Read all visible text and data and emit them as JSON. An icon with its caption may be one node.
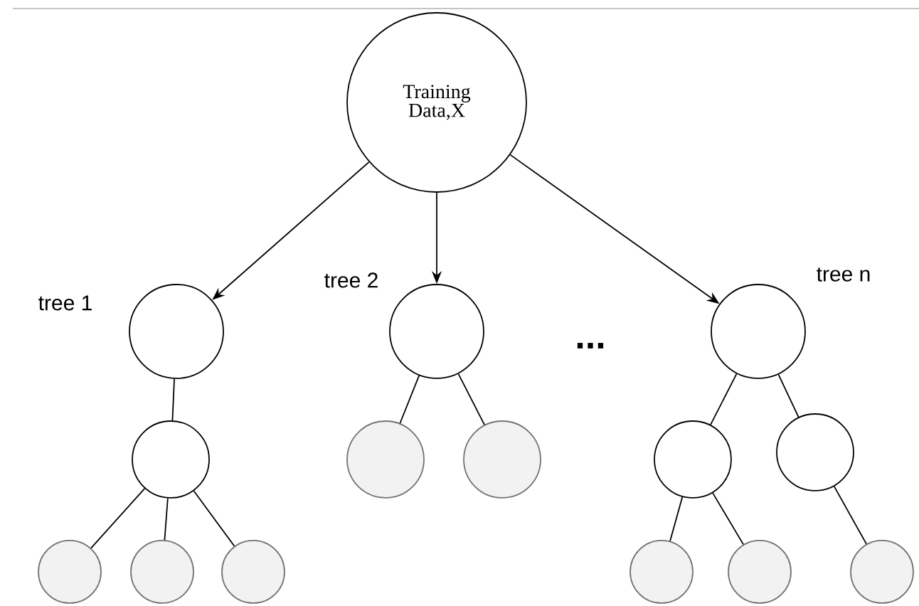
{
  "diagram": {
    "nodes": [
      {
        "text": [
          "Training Data,X"
        ]
      },
      {
        "text": [],
        "shape": "circle",
        "beside": [
          "tree 1"
        ]
      },
      {
        "text": [],
        "shape": "circle",
        "beside": [
          "tree 2"
        ]
      },
      {
        "text": [],
        "shape": "circle",
        "beside": [
          "tree n"
        ]
      },
      {
        "text": [],
        "shape": "circle"
      },
      {
        "text": [],
        "shape": "circle"
      },
      {
        "text": [],
        "shape": "circle"
      },
      {
        "text": [],
        "shape": "circle"
      },
      {
        "text": [],
        "shape": "circle"
      },
      {
        "text": [],
        "shape": "circle"
      },
      {
        "text": [],
        "shape": "circle"
      },
      {
        "text": [],
        "shape": "circle"
      },
      {
        "text": [],
        "shape": "circle"
      },
      {
        "text": [],
        "shape": "circle"
      },
      {
        "text": [],
        "shape": "circle"
      }
    ],
    "edges": [
      {
        "from": 0,
        "to": 1,
        "arrow": "to"
      },
      {
        "from": 0,
        "to": 2,
        "arrow": "to"
      },
      {
        "from": 0,
        "to": 3,
        "arrow": "to"
      },
      {
        "from": 1,
        "to": 4,
        "arrow": "none"
      },
      {
        "from": 2,
        "to": 5,
        "arrow": "none"
      },
      {
        "from": 2,
        "to": 6,
        "arrow": "none"
      },
      {
        "from": 3,
        "to": 7,
        "arrow": "none"
      },
      {
        "from": 3,
        "to": 8,
        "arrow": "none"
      },
      {
        "from": 4,
        "to": 9,
        "arrow": "none"
      },
      {
        "from": 4,
        "to": 10,
        "arrow": "none"
      },
      {
        "from": 4,
        "to": 11,
        "arrow": "none"
      },
      {
        "from": 7,
        "to": 12,
        "arrow": "none"
      },
      {
        "from": 7,
        "to": 13,
        "arrow": "none"
      },
      {
        "from": 8,
        "to": 14,
        "arrow": "none"
      }
    ],
    "labels": [
      "..."
    ]
  }
}
